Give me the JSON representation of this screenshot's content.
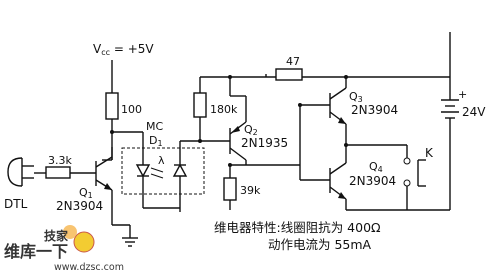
{
  "labels": {
    "vcc": "V",
    "vcc_sub": "cc",
    "vcc_rest": " = +5V",
    "r100": "100",
    "r3k3": "3.3k",
    "dtl": "DTL",
    "q1_name": "Q",
    "q1_sub": "1",
    "q1_type": "2N3904",
    "mc": "MC",
    "d1": "D",
    "d1_sub": "1",
    "lambda": "λ",
    "r180k": "180k",
    "q2_name": "Q",
    "q2_sub": "2",
    "q2_type": "2N1935",
    "r39k": "39k",
    "r47": "47",
    "q3_name": "Q",
    "q3_sub": "3",
    "q3_type": "2N3904",
    "q4_name": "Q",
    "q4_sub": "4",
    "q4_type": "2N3904",
    "k": "K",
    "v24": "24V",
    "plus": "+"
  },
  "notes": {
    "line1": "维电器特性:线圈阻抗为 400Ω",
    "line2": "动作电流为 55mA"
  },
  "watermark": {
    "logo_top": "维库一下",
    "logo_side": "技家",
    "url": "www.dzsc.com"
  },
  "icons": {
    "ground": "ground-icon",
    "plug": "plug-icon",
    "led": "led-icon",
    "relay": "relay-contact-icon"
  }
}
